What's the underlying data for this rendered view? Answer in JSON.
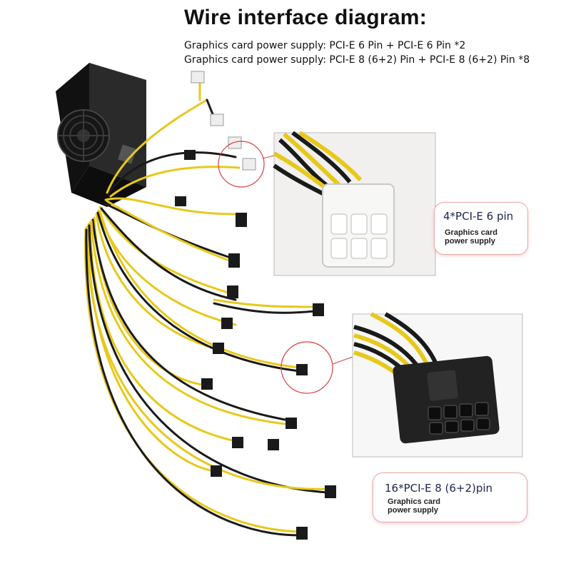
{
  "title": "Wire interface diagram:",
  "lines": [
    "Graphics card power supply: PCI-E 6 Pin + PCI-E 6 Pin *2",
    "Graphics card power supply: PCI-E 8 (6+2) Pin + PCI-E 8 (6+2) Pin *8"
  ],
  "callouts": [
    {
      "main": "4*PCI-E 6 pin",
      "sub1": "Graphics card",
      "sub2": "power supply"
    },
    {
      "main": "16*PCI-E 8 (6+2)pin",
      "sub1": "Graphics card",
      "sub2": "power supply"
    }
  ],
  "colors": {
    "wire_yellow": "#e8c81a",
    "wire_black": "#1a1a1a",
    "highlight": "#d94040",
    "box_border": "#bbbbbb"
  }
}
